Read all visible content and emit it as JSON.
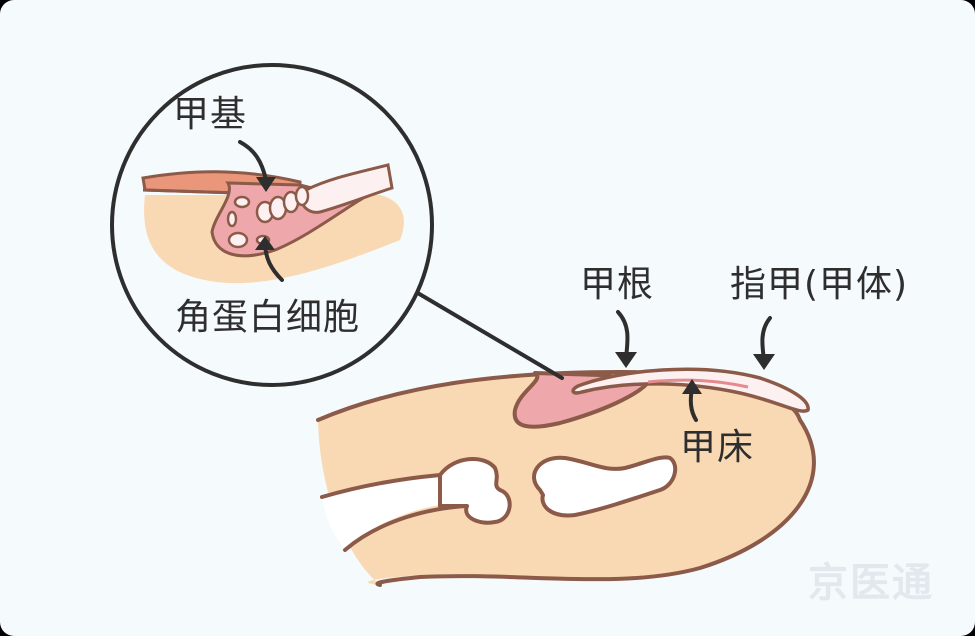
{
  "title": "Fingernail anatomy diagram",
  "labels": {
    "nail_matrix": "甲基",
    "keratin_cells": "角蛋白细胞",
    "nail_root": "甲根",
    "nail_plate": "指甲(甲体)",
    "nail_bed": "甲床"
  },
  "watermark": "京医通",
  "colors": {
    "background": "#f5fafd",
    "skin": "#f9d9b4",
    "outline": "#8c5a48",
    "matrix_pink": "#eea7aa",
    "nail_white": "#fdf0f0",
    "nail_bed_line": "#e58a8f",
    "cuticle": "#e9967a",
    "bone": "#ffffff",
    "text": "#2e2e2e",
    "arrow": "#2e2e2e"
  }
}
